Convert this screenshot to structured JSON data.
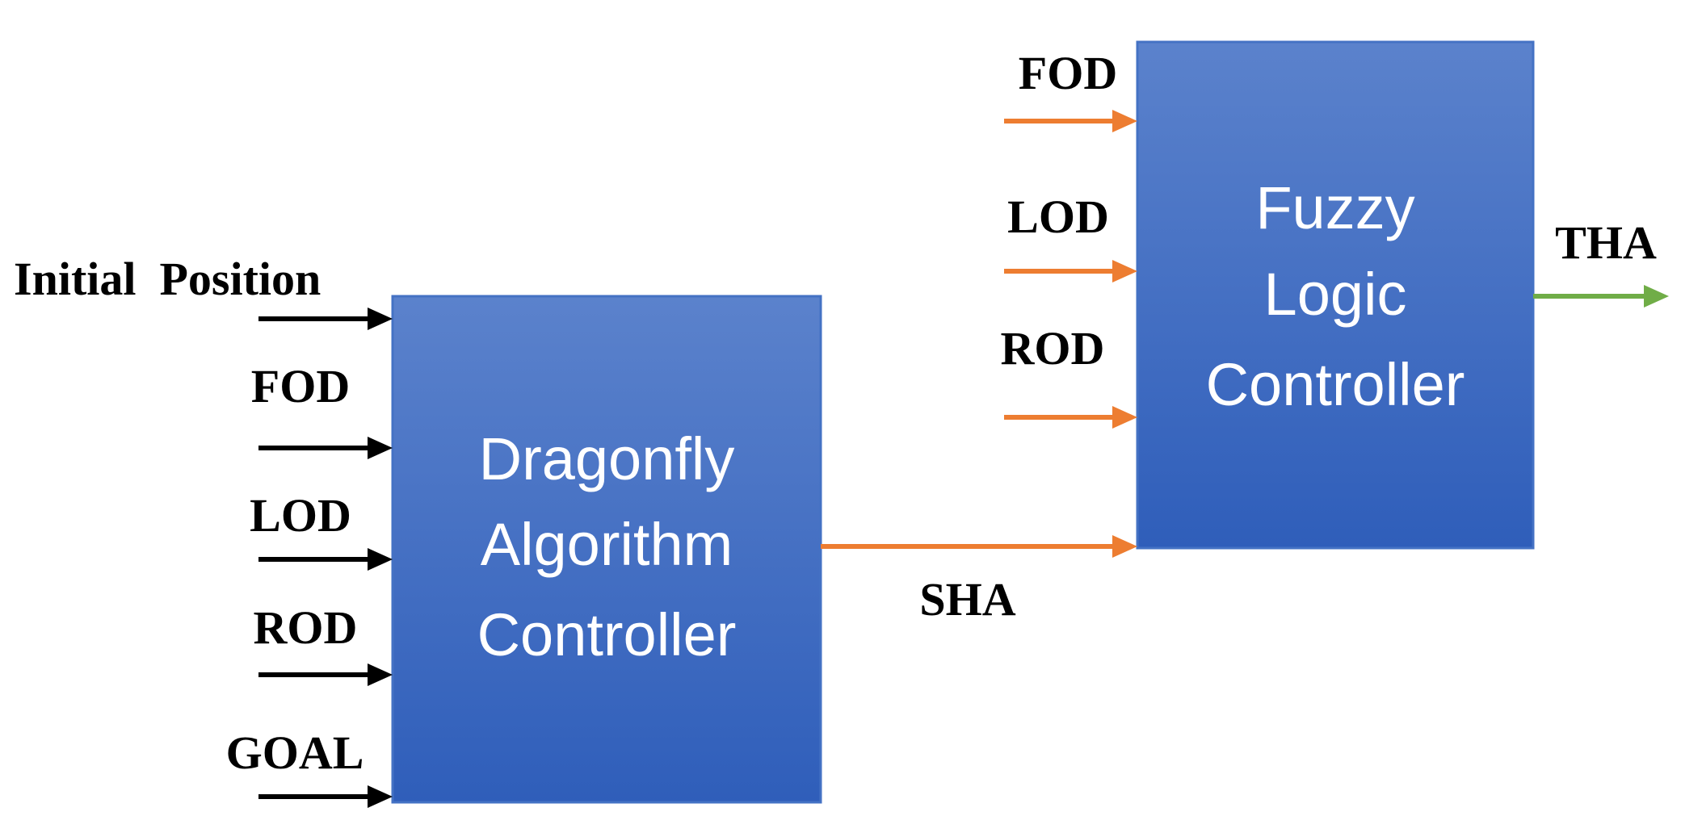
{
  "colors": {
    "block_top": "#5B82CC",
    "block_bottom": "#2F5EBA",
    "block_border": "#4472C4",
    "black_arrow": "#000000",
    "orange_arrow": "#ED7D31",
    "green_arrow": "#70AD47",
    "block_text": "#FFFFFF"
  },
  "dragonfly": {
    "lines": [
      "Dragonfly",
      "Algorithm",
      "Controller"
    ],
    "inputs": [
      "Initial  Position",
      "FOD",
      "LOD",
      "ROD",
      "GOAL"
    ]
  },
  "fuzzy": {
    "lines": [
      "Fuzzy",
      "Logic",
      "Controller"
    ],
    "inputs": [
      "FOD",
      "LOD",
      "ROD"
    ]
  },
  "connection": {
    "label": "SHA"
  },
  "output": {
    "label": "THA"
  }
}
